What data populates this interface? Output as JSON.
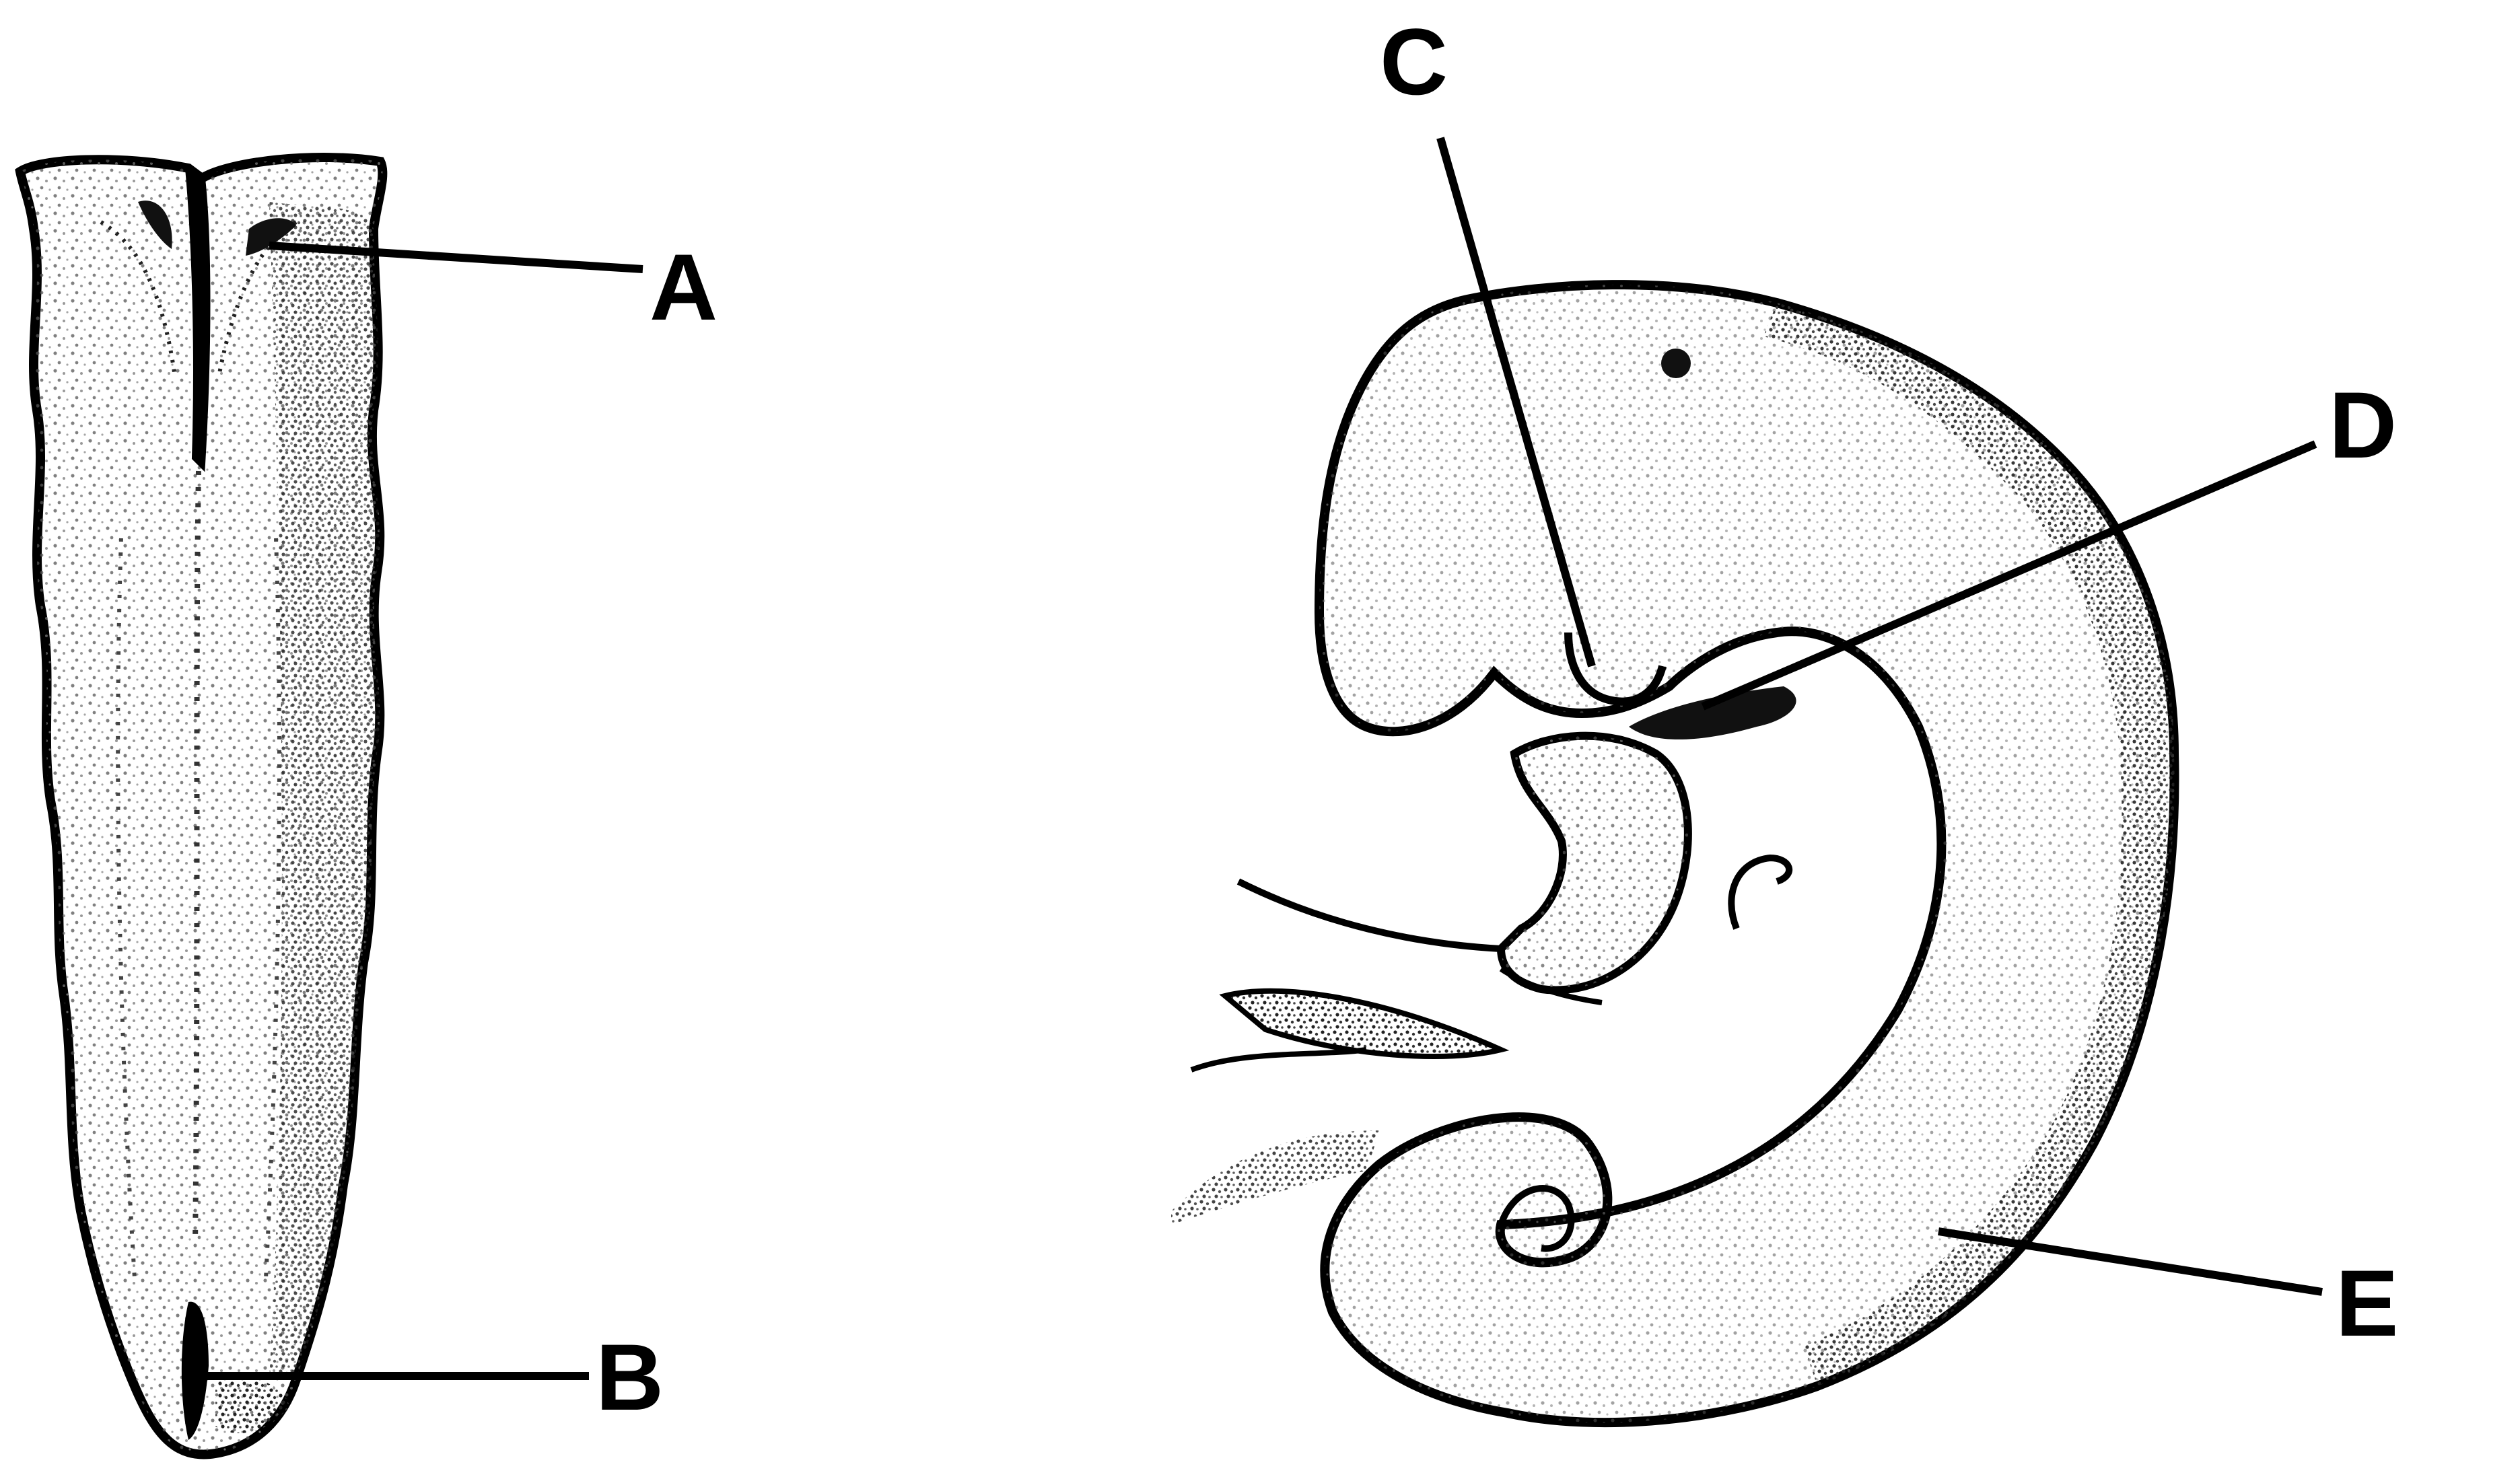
{
  "labels": {
    "a": "A",
    "b": "B",
    "c": "C",
    "d": "D",
    "e": "E"
  },
  "colors": {
    "ink": "#000000",
    "paper": "#ffffff",
    "stipple_dark": "#3a3a3a",
    "stipple_light": "#9a9a9a"
  }
}
